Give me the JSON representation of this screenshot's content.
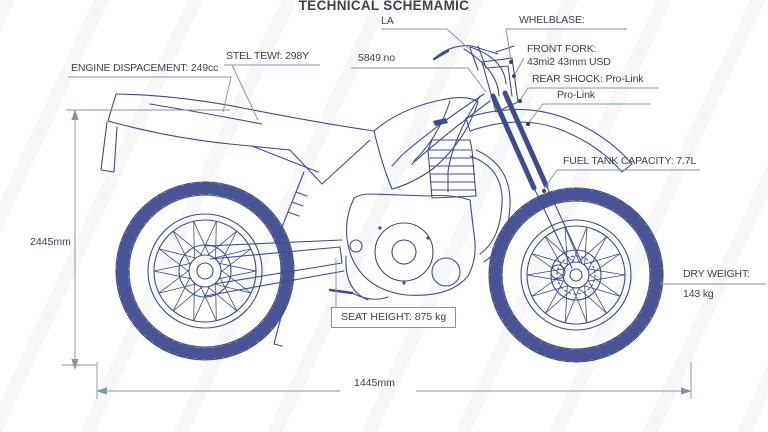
{
  "title": "TECHNICAL SCHEMAMIC",
  "colors": {
    "line_art": "#3f4b8f",
    "annotation": "#3d434d",
    "dimension": "#8a93a3",
    "background": "#ffffff"
  },
  "callouts": {
    "la": "LA",
    "wheelbase": "WHELBLASE:",
    "front_fork_title": "FRONT FORK:",
    "front_fork_value": "43mi2 43mm USD",
    "rear_shock": "REAR SHOCK: Pro-Link",
    "pro_link": "Pro-Link",
    "engine_displacement": "ENGINE DISPACEMENT: 249cc",
    "steel_frame": "STEL TEWf: 298Y",
    "top_dimension": "5849 no",
    "fuel_tank": "FUEL TANK CAPACITY: 7.7L",
    "dry_weight_label": "DRY WEIGHT:",
    "dry_weight_value": "143 kg",
    "seat_height": "SEAT HEIGHT: 875 kg"
  },
  "dimensions": {
    "overall_height": "2445mm",
    "overall_length": "1445mm"
  }
}
